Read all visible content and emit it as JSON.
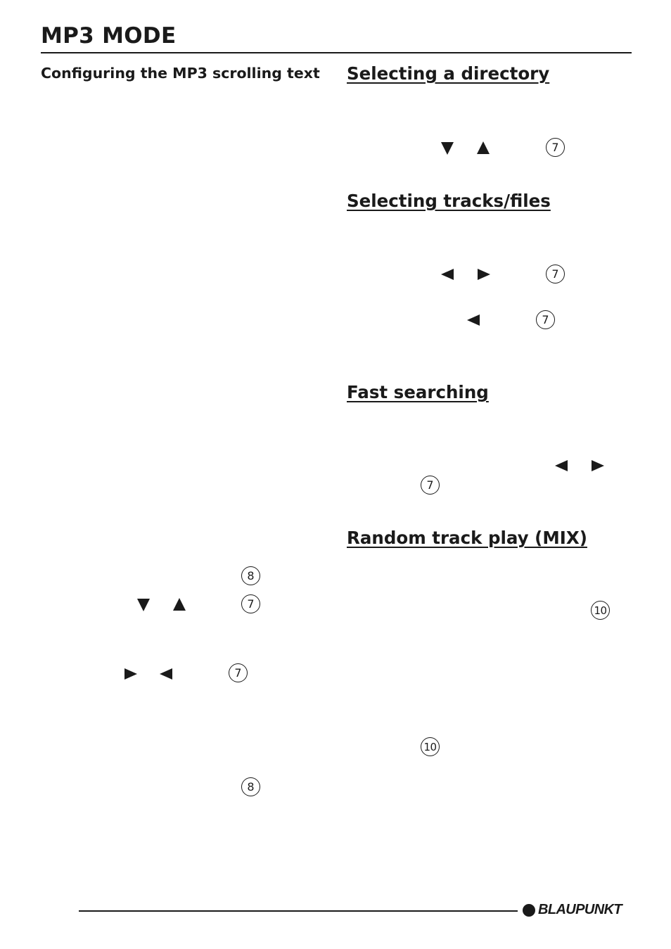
{
  "header": {
    "title": "MP3 MODE"
  },
  "left_column": {
    "heading": "Configuring the MP3 scrolling text",
    "callouts": [
      "8",
      "7",
      "7",
      "8"
    ]
  },
  "right_column": {
    "sections": [
      {
        "heading": "Selecting a directory",
        "callouts": [
          "7"
        ]
      },
      {
        "heading": "Selecting tracks/files",
        "callouts": [
          "7",
          "7"
        ]
      },
      {
        "heading": "Fast searching",
        "callouts": [
          "7"
        ]
      },
      {
        "heading": "Random track play (MIX)",
        "callouts": [
          "10",
          "10"
        ]
      }
    ]
  },
  "footer": {
    "brand": "BLAUPUNKT"
  }
}
